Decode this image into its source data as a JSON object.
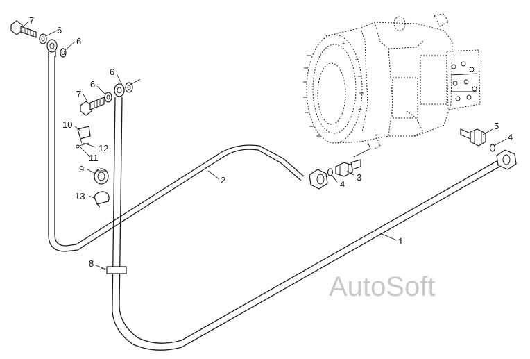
{
  "watermark": "AutoSoft",
  "callouts": [
    {
      "id": "c1",
      "text": "1"
    },
    {
      "id": "c2",
      "text": "2"
    },
    {
      "id": "c3",
      "text": "3"
    },
    {
      "id": "c4a",
      "text": "4"
    },
    {
      "id": "c4b",
      "text": "4"
    },
    {
      "id": "c5",
      "text": "5"
    },
    {
      "id": "c6a",
      "text": "6"
    },
    {
      "id": "c6b",
      "text": "6"
    },
    {
      "id": "c6c",
      "text": "6"
    },
    {
      "id": "c6d",
      "text": "6"
    },
    {
      "id": "c7a",
      "text": "7"
    },
    {
      "id": "c7b",
      "text": "7"
    },
    {
      "id": "c8",
      "text": "8"
    },
    {
      "id": "c9",
      "text": "9"
    },
    {
      "id": "c10",
      "text": "10"
    },
    {
      "id": "c11",
      "text": "11"
    },
    {
      "id": "c12",
      "text": "12"
    },
    {
      "id": "c13",
      "text": "13"
    }
  ]
}
